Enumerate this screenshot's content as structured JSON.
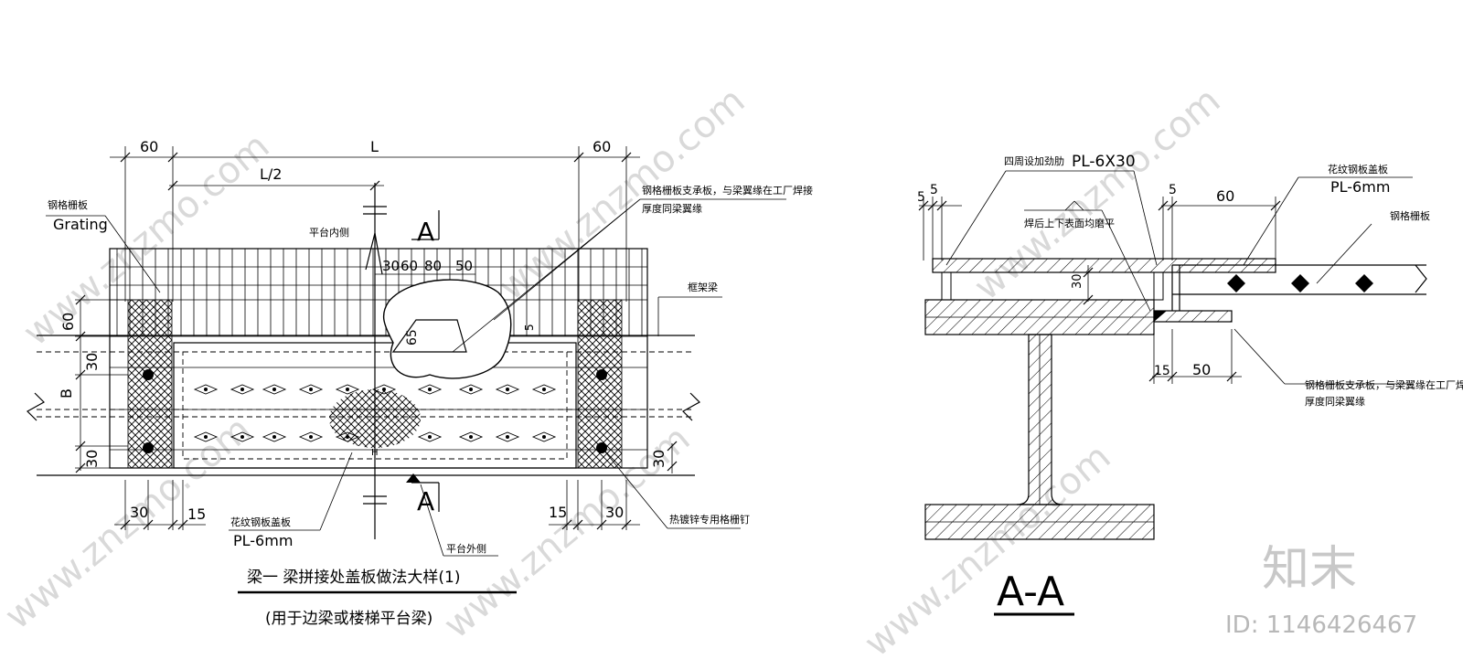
{
  "left_detail": {
    "dims_top": {
      "left_60": "60",
      "span_L": "L",
      "right_60": "60",
      "half_L": "L/2"
    },
    "grating_cn": "钢格栅板",
    "grating_en": "Grating",
    "inner_side": "平台内侧",
    "support_note_1": "钢格栅板支承板，与梁翼缘在工厂焊接",
    "support_note_2": "厚度同梁翼缘",
    "small_dims": {
      "d30": "30",
      "d60": "60",
      "d80": "80",
      "d50": "50"
    },
    "section_mark": "A",
    "frame_beam": "框架梁",
    "side_dims": {
      "d60": "60",
      "d30_top": "30",
      "B": "B",
      "d30_bot": "30",
      "d65": "65",
      "d5": "5",
      "r30": "30"
    },
    "bottom_dims": {
      "l30": "30",
      "l15": "15",
      "r15": "15",
      "r30": "30"
    },
    "plate_cn": "花纹钢板盖板",
    "plate_en": "PL-6mm",
    "outer_side": "平台外侧",
    "nail_note": "热镀锌专用格栅钉",
    "title": "梁一 梁拼接处盖板做法大样(1)",
    "subtitle": "(用于边梁或楼梯平台梁)"
  },
  "right_detail": {
    "stiffener_cn": "四周设加劲肋",
    "stiffener_en": "PL-6X30",
    "dims": {
      "a5": "5",
      "b5": "5",
      "c5": "5",
      "d60": "60",
      "v30": "30",
      "d15": "15",
      "d50": "50"
    },
    "weld_note": "焊后上下表面均磨平",
    "plate_cn": "花纹钢板盖板",
    "plate_en": "PL-6mm",
    "grating_cn": "钢格栅板",
    "support_note_1": "钢格栅板支承板，与梁翼缘在工厂焊接",
    "support_note_2": "厚度同梁翼缘",
    "section_title": "A-A"
  },
  "branding": {
    "logo": "知末",
    "id_text": "ID: 1146426467",
    "watermark": "www.znzmo.com"
  }
}
